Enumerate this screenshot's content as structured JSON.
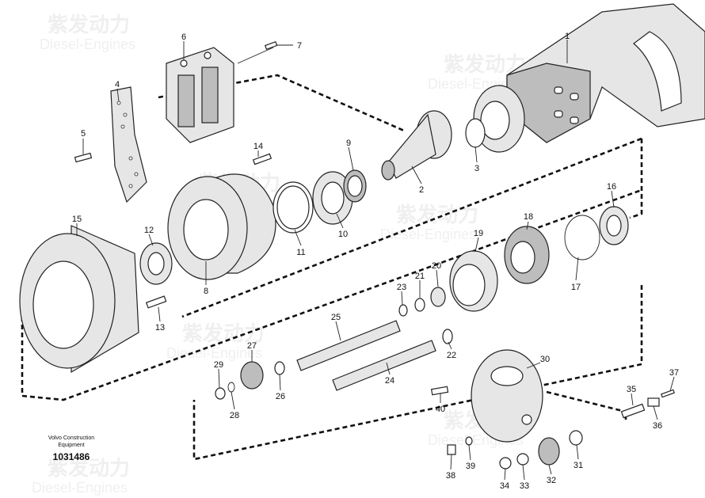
{
  "watermark": {
    "cn": "紫发动力",
    "en": "Diesel-Engines"
  },
  "footer": {
    "brand_line1": "Volvo Construction",
    "brand_line2": "Equipment",
    "doc_number": "1031486"
  },
  "callouts": [
    "1",
    "2",
    "3",
    "4",
    "5",
    "6",
    "7",
    "8",
    "9",
    "10",
    "11",
    "12",
    "13",
    "14",
    "15",
    "16",
    "17",
    "18",
    "19",
    "20",
    "21",
    "22",
    "23",
    "24",
    "25",
    "26",
    "27",
    "28",
    "29",
    "30",
    "31",
    "32",
    "33",
    "34",
    "35",
    "36",
    "37",
    "38",
    "39",
    "40"
  ]
}
